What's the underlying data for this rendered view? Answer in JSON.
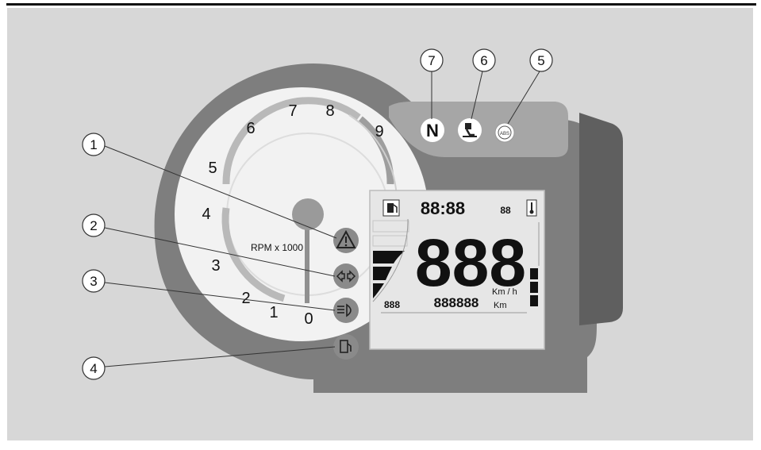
{
  "figure": {
    "background": "#d7d7d7",
    "housing_color": "#7e7e7e",
    "dial_face_color": "#f2f2f2",
    "lcd_color": "#e6e6e6",
    "lamp_color": "#8a8a8a",
    "callout_numbers": [
      "1",
      "2",
      "3",
      "4",
      "5",
      "6",
      "7"
    ]
  },
  "tachometer": {
    "unit_label": "RPM x 1000",
    "scale": [
      "0",
      "1",
      "2",
      "3",
      "4",
      "5",
      "6",
      "7",
      "8",
      "9"
    ]
  },
  "top_indicators": {
    "neutral": "N",
    "side_stand": "side-stand-icon",
    "abs": "ABS"
  },
  "left_indicators": [
    "warning-triangle-icon",
    "turn-signal-icon",
    "high-beam-icon",
    "fuel-reserve-icon"
  ],
  "lcd": {
    "clock": "88:88",
    "clock_small": "88",
    "speed": "888",
    "speed_unit": "Km / h",
    "trip": "888",
    "odometer": "888888",
    "odometer_unit": "Km",
    "fuel_icon": "fuel-pump-icon",
    "temp_icon": "thermometer-icon"
  }
}
